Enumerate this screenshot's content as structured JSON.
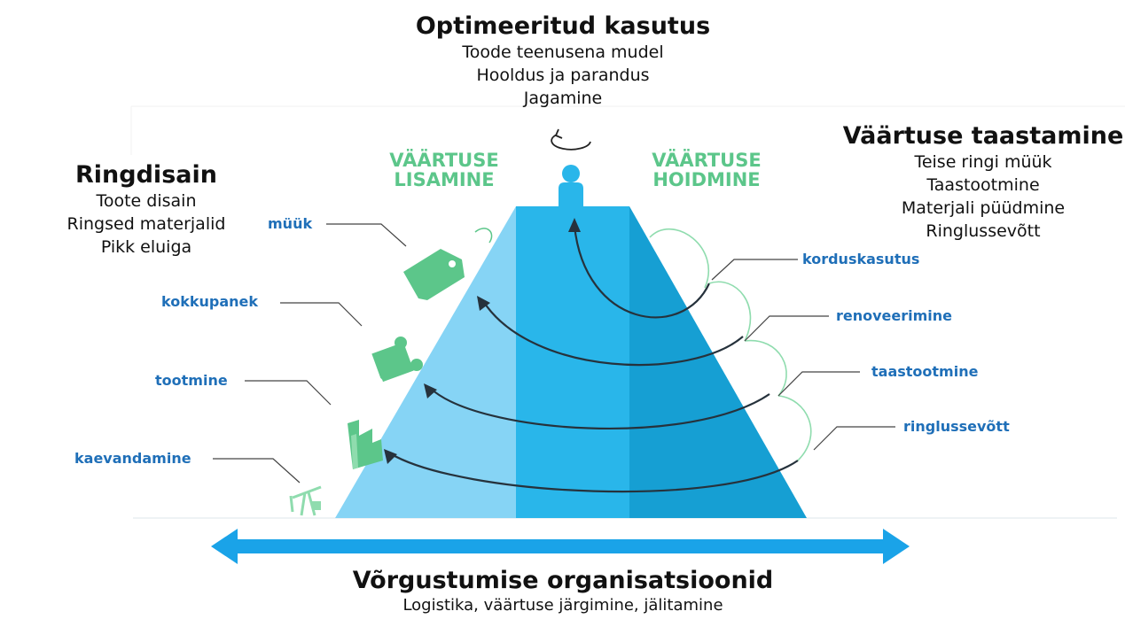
{
  "top": {
    "title": "Optimeeritud kasutus",
    "items": [
      "Toode teenusena mudel",
      "Hooldus ja parandus",
      "Jagamine"
    ]
  },
  "left": {
    "title": "Ringdisain",
    "items": [
      "Toote disain",
      "Ringsed materjalid",
      "Pikk eluiga"
    ]
  },
  "right": {
    "title": "Väärtuse taastamine",
    "items": [
      "Teise ringi müük",
      "Taastootmine",
      "Materjali püüdmine",
      "Ringlussevõtt"
    ]
  },
  "bottom": {
    "title": "Võrgustumise organisatsioonid",
    "subtitle": "Logistika, väärtuse järgimine, jälitamine"
  },
  "pyramid": {
    "left_label": [
      "VÄÄRTUSE",
      "LISAMINE"
    ],
    "right_label": [
      "VÄÄRTUSE",
      "HOIDMINE"
    ]
  },
  "left_steps": [
    "müük",
    "kokkupanek",
    "tootmine",
    "kaevandamine"
  ],
  "right_steps": [
    "korduskasutus",
    "renoveerimine",
    "taastootmine",
    "ringlussevõtt"
  ],
  "colors": {
    "pyramid_light": "#86d4f5",
    "pyramid_mid": "#29b6ea",
    "pyramid_dark": "#169fd3",
    "green": "#5cc68a",
    "blue_text": "#1f6fb8",
    "arrow_blue": "#1aa3e8"
  },
  "icons": [
    "price-tag-icon",
    "puzzle-icon",
    "factory-icon",
    "oil-pump-icon",
    "refresh-arrow-icon",
    "person-icon"
  ]
}
